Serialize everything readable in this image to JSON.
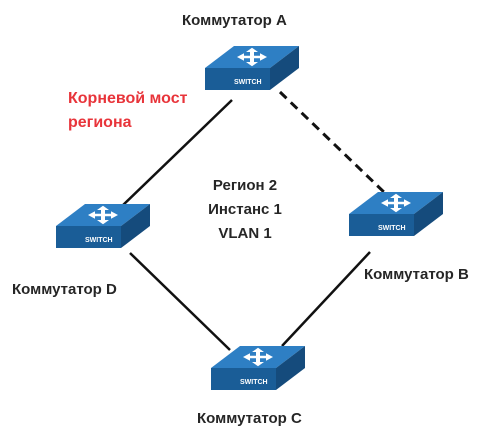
{
  "diagram": {
    "switch_label": "SWITCH",
    "switches": {
      "a": {
        "name": "Коммутатор A"
      },
      "b": {
        "name": "Коммутатор B"
      },
      "c": {
        "name": "Коммутатор C"
      },
      "d": {
        "name": "Коммутатор D"
      }
    },
    "root_bridge_label": {
      "line1": "Корневой мост",
      "line2": "региона"
    },
    "center_label": {
      "line1": "Регион 2",
      "line2": "Инстанс 1",
      "line3": "VLAN 1"
    },
    "links": [
      {
        "from": "a",
        "to": "d",
        "style": "solid"
      },
      {
        "from": "d",
        "to": "c",
        "style": "solid"
      },
      {
        "from": "c",
        "to": "b",
        "style": "solid"
      },
      {
        "from": "a",
        "to": "b",
        "style": "dashed"
      }
    ],
    "colors": {
      "switch_top": "#2e7fc4",
      "switch_front": "#1a5d97",
      "switch_side": "#154b7c",
      "link": "#111111",
      "highlight": "#e8343a"
    }
  }
}
